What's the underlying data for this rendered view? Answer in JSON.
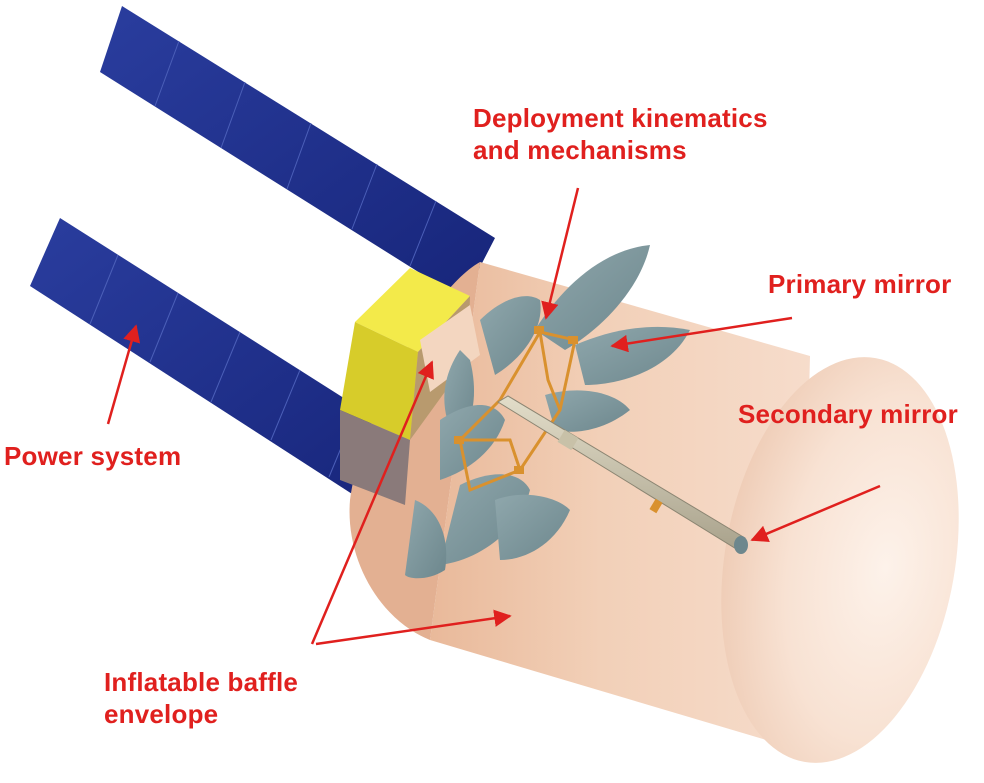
{
  "labels": {
    "deployment": [
      "Deployment kinematics",
      "and mechanisms"
    ],
    "primary_mirror": "Primary mirror",
    "secondary_mirror": "Secondary mirror",
    "power_system": "Power system",
    "baffle": [
      "Inflatable baffle",
      "envelope"
    ]
  },
  "colors": {
    "label": "#e0201e",
    "solar_panel": "#1f2f8c",
    "baffle": "#f1cdb4",
    "bus": "#f0e640",
    "mirror_petal": "#7f9aa0",
    "mechanism": "#d9912e"
  }
}
